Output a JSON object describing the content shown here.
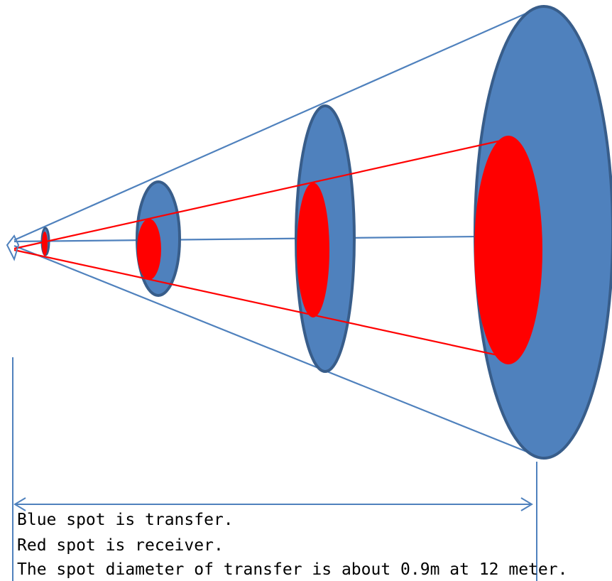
{
  "colors": {
    "transfer_fill": "#4F81BD",
    "transfer_outline": "#385D8A",
    "receiver_fill": "#FF0000",
    "cone_line": "#4F81BD",
    "receiver_line": "#FF0000"
  },
  "legend": {
    "line1": "Blue spot is transfer.",
    "line2": "Red spot is receiver.",
    "line3": "The spot diameter of transfer is about 0.9m at 12 meter."
  },
  "icons": {
    "source": "diamond-icon",
    "dimension_arrow": "arrow-right-icon"
  }
}
